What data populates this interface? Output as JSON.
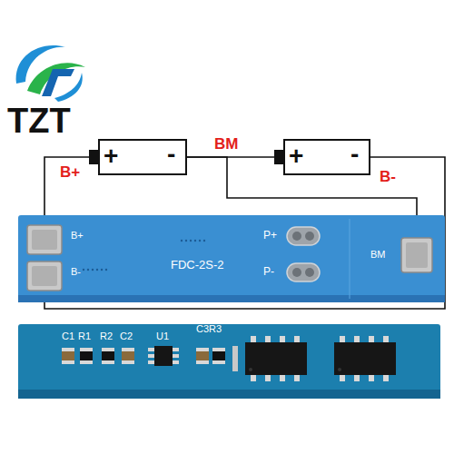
{
  "diagram": {
    "nodes": [
      {
        "text": [
          "+",
          "-"
        ]
      },
      {
        "text": [
          "+",
          "-"
        ]
      },
      {
        "text": [
          "FDC-2S-2"
        ]
      },
      {
        "text": [
          "B+"
        ],
        "in": 2
      },
      {
        "text": [
          "B-"
        ],
        "in": 2
      },
      {
        "text": [
          "P+"
        ],
        "in": 2
      },
      {
        "text": [
          "P-"
        ],
        "in": 2
      },
      {
        "text": [
          "BM"
        ],
        "in": 2
      },
      {
        "text": [
          "C1",
          "R1",
          "R2",
          "C2",
          "U1",
          "C3R3"
        ]
      }
    ],
    "edges": [
      {
        "from": 0,
        "to": 3,
        "arrow": "none"
      },
      {
        "from": 0,
        "to": 1,
        "arrow": "none"
      },
      {
        "from": 0,
        "to": 7,
        "arrow": "none"
      },
      {
        "from": 1,
        "to": 4,
        "arrow": "none"
      }
    ],
    "labels": [
      "TZT",
      "B+",
      "BM",
      "B-"
    ]
  }
}
